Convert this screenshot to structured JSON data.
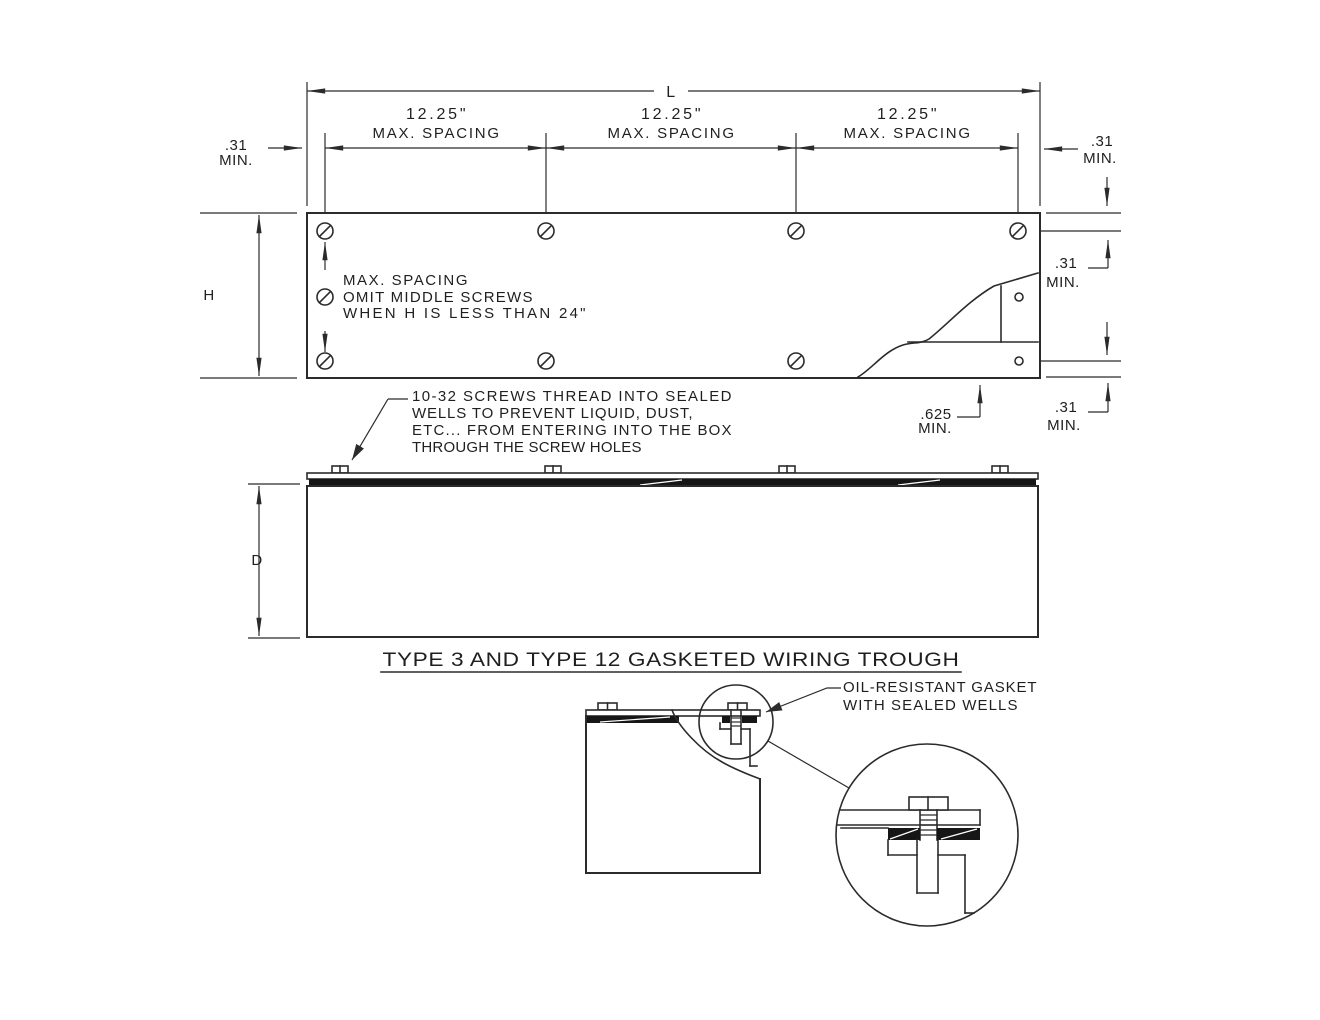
{
  "colors": {
    "ink": "#2b2b2b",
    "paper": "#ffffff"
  },
  "title": {
    "text": "TYPE 3 AND TYPE 12 GASKETED WIRING TROUGH"
  },
  "top_view": {
    "length_label": "L",
    "height_label": "H",
    "spacing_dims": [
      {
        "value": "12.25\"",
        "label": "MAX. SPACING"
      },
      {
        "value": "12.25\"",
        "label": "MAX. SPACING"
      },
      {
        "value": "12.25\"",
        "label": "MAX. SPACING"
      }
    ],
    "left_edge_margin": {
      "value": ".31",
      "qualifier": "MIN."
    },
    "right_edge_margin": {
      "value": ".31",
      "qualifier": "MIN."
    },
    "screw_row_offset": {
      "value": ".31",
      "qualifier": "MIN."
    },
    "flange_hole_offset": {
      "value": ".31",
      "qualifier": "MIN."
    },
    "flange_depth": {
      "value": ".625",
      "qualifier": "MIN."
    },
    "omit_note": {
      "line1": "MAX. SPACING",
      "line2": "OMIT MIDDLE SCREWS",
      "line3": "WHEN H IS LESS THAN 24\""
    }
  },
  "side_view": {
    "depth_label": "D",
    "screw_note": {
      "line1": "10-32 SCREWS THREAD INTO SEALED",
      "line2": "WELLS TO PREVENT LIQUID, DUST,",
      "line3": "ETC... FROM ENTERING INTO THE BOX",
      "line4": "THROUGH THE SCREW HOLES"
    }
  },
  "detail_view": {
    "gasket_note": {
      "line1": "OIL-RESISTANT GASKET",
      "line2": "WITH SEALED WELLS"
    }
  }
}
